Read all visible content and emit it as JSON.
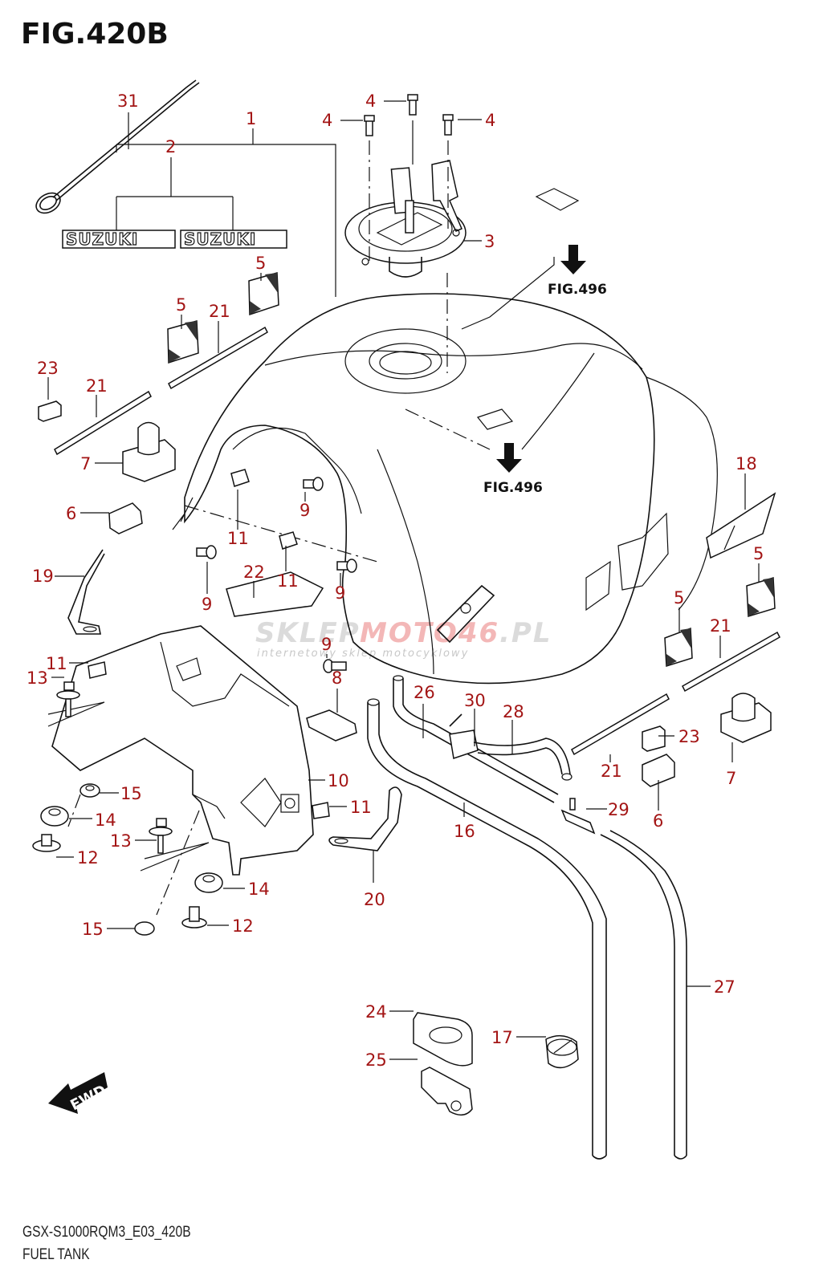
{
  "figure": {
    "title": "FIG.420B",
    "model_code": "GSX-S1000RQM3_E03_420B",
    "name": "FUEL TANK"
  },
  "figure_refs": [
    {
      "label": "FIG.496"
    },
    {
      "label": "FIG.496"
    }
  ],
  "emblem_text": "SUZUKI",
  "forward_indicator": "FWD",
  "watermark": {
    "brand_gray_1": "SKLEP",
    "brand_red": "MOTO46",
    "brand_gray_2": ".PL",
    "tagline": "internetowy sklep motocyklowy"
  },
  "colors": {
    "callout": "#a31515",
    "line": "#111111",
    "background": "#ffffff"
  },
  "callouts": [
    {
      "id": "c1",
      "label": "1"
    },
    {
      "id": "c2",
      "label": "2"
    },
    {
      "id": "c3",
      "label": "3"
    },
    {
      "id": "c4a",
      "label": "4"
    },
    {
      "id": "c4b",
      "label": "4"
    },
    {
      "id": "c4c",
      "label": "4"
    },
    {
      "id": "c5a",
      "label": "5"
    },
    {
      "id": "c5b",
      "label": "5"
    },
    {
      "id": "c5c",
      "label": "5"
    },
    {
      "id": "c5d",
      "label": "5"
    },
    {
      "id": "c6a",
      "label": "6"
    },
    {
      "id": "c6b",
      "label": "6"
    },
    {
      "id": "c7a",
      "label": "7"
    },
    {
      "id": "c7b",
      "label": "7"
    },
    {
      "id": "c8",
      "label": "8"
    },
    {
      "id": "c9a",
      "label": "9"
    },
    {
      "id": "c9b",
      "label": "9"
    },
    {
      "id": "c9c",
      "label": "9"
    },
    {
      "id": "c9d",
      "label": "9"
    },
    {
      "id": "c10",
      "label": "10"
    },
    {
      "id": "c11a",
      "label": "11"
    },
    {
      "id": "c11b",
      "label": "11"
    },
    {
      "id": "c11c",
      "label": "11"
    },
    {
      "id": "c11d",
      "label": "11"
    },
    {
      "id": "c12a",
      "label": "12"
    },
    {
      "id": "c12b",
      "label": "12"
    },
    {
      "id": "c13a",
      "label": "13"
    },
    {
      "id": "c13b",
      "label": "13"
    },
    {
      "id": "c14a",
      "label": "14"
    },
    {
      "id": "c14b",
      "label": "14"
    },
    {
      "id": "c15a",
      "label": "15"
    },
    {
      "id": "c15b",
      "label": "15"
    },
    {
      "id": "c16",
      "label": "16"
    },
    {
      "id": "c17",
      "label": "17"
    },
    {
      "id": "c18",
      "label": "18"
    },
    {
      "id": "c19",
      "label": "19"
    },
    {
      "id": "c20",
      "label": "20"
    },
    {
      "id": "c21a",
      "label": "21"
    },
    {
      "id": "c21b",
      "label": "21"
    },
    {
      "id": "c21c",
      "label": "21"
    },
    {
      "id": "c21d",
      "label": "21"
    },
    {
      "id": "c22",
      "label": "22"
    },
    {
      "id": "c23a",
      "label": "23"
    },
    {
      "id": "c23b",
      "label": "23"
    },
    {
      "id": "c24",
      "label": "24"
    },
    {
      "id": "c25",
      "label": "25"
    },
    {
      "id": "c26",
      "label": "26"
    },
    {
      "id": "c27",
      "label": "27"
    },
    {
      "id": "c28",
      "label": "28"
    },
    {
      "id": "c29",
      "label": "29"
    },
    {
      "id": "c30",
      "label": "30"
    },
    {
      "id": "c31",
      "label": "31"
    }
  ]
}
